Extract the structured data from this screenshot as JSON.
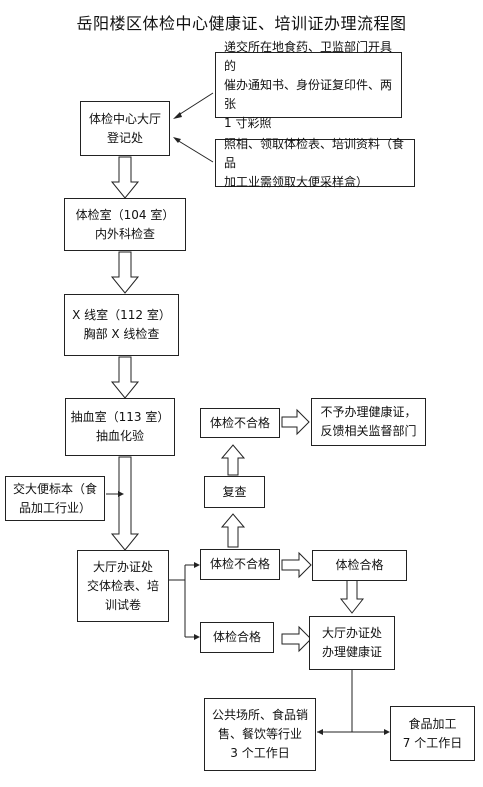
{
  "title": "岳阳楼区体检中心健康证、培训证办理流程图",
  "nodes": {
    "registration": [
      "体检中心大厅",
      "登记处"
    ],
    "note_submit": [
      "递交所在地食药、卫监部门开具的",
      "催办通知书、身份证复印件、两张",
      "1 寸彩照"
    ],
    "note_photo": [
      "照相、领取体检表、培训资料（食品",
      "加工业需领取大便采样盒）"
    ],
    "room104": [
      "体检室（104 室）",
      "内外科检查"
    ],
    "room112": [
      "X 线室（112 室）",
      "胸部 X 线检查"
    ],
    "room113": [
      "抽血室（113 室）",
      "抽血化验"
    ],
    "stool": [
      "交大便标本（食",
      "品加工行业）"
    ],
    "office": [
      "大厅办证处",
      "交体检表、培",
      "训试卷"
    ],
    "fail_top": [
      "体检不合格"
    ],
    "no_cert": [
      "不予办理健康证，",
      "反馈相关监督部门"
    ],
    "recheck": [
      "复查"
    ],
    "fail_mid": [
      "体检不合格"
    ],
    "pass_right": [
      "体检合格"
    ],
    "pass_low": [
      "体检合格"
    ],
    "issue_cert": [
      "大厅办证处",
      "办理健康证"
    ],
    "public": [
      "公共场所、食品销",
      "售、餐饮等行业",
      "3 个工作日"
    ],
    "food": [
      "食品加工",
      "7 个工作日"
    ]
  }
}
